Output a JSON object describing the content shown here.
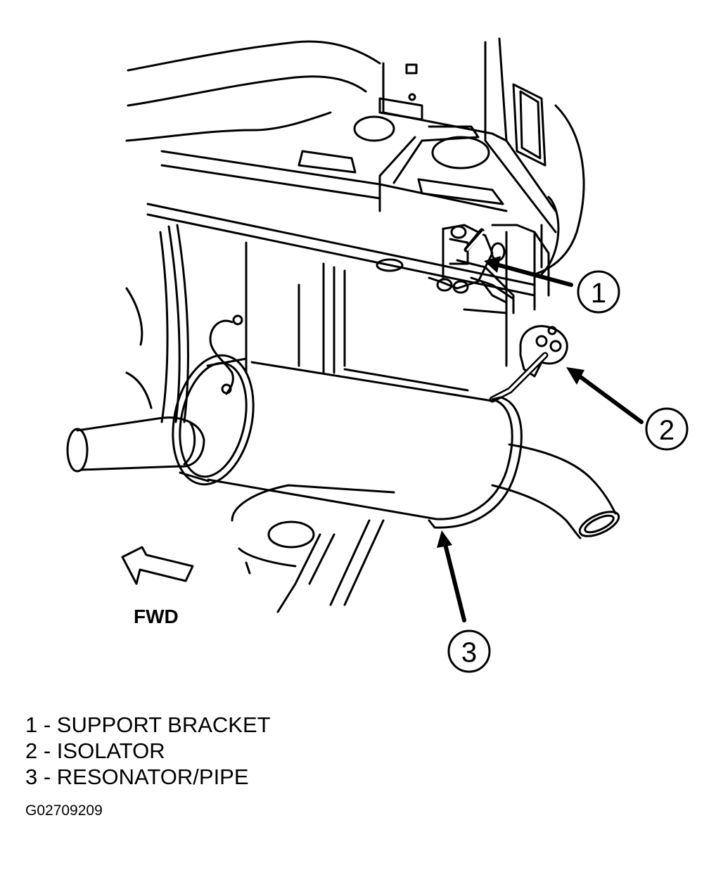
{
  "diagram": {
    "direction_label": "FWD",
    "callouts": [
      {
        "number": "1",
        "name": "SUPPORT BRACKET"
      },
      {
        "number": "2",
        "name": "ISOLATOR"
      },
      {
        "number": "3",
        "name": "RESONATOR/PIPE"
      }
    ]
  },
  "legend": [
    "1 - SUPPORT BRACKET",
    "2 - ISOLATOR",
    "3 - RESONATOR/PIPE"
  ],
  "figure_id": "G02709209",
  "colors": {
    "line": "#000000",
    "background": "#ffffff"
  }
}
